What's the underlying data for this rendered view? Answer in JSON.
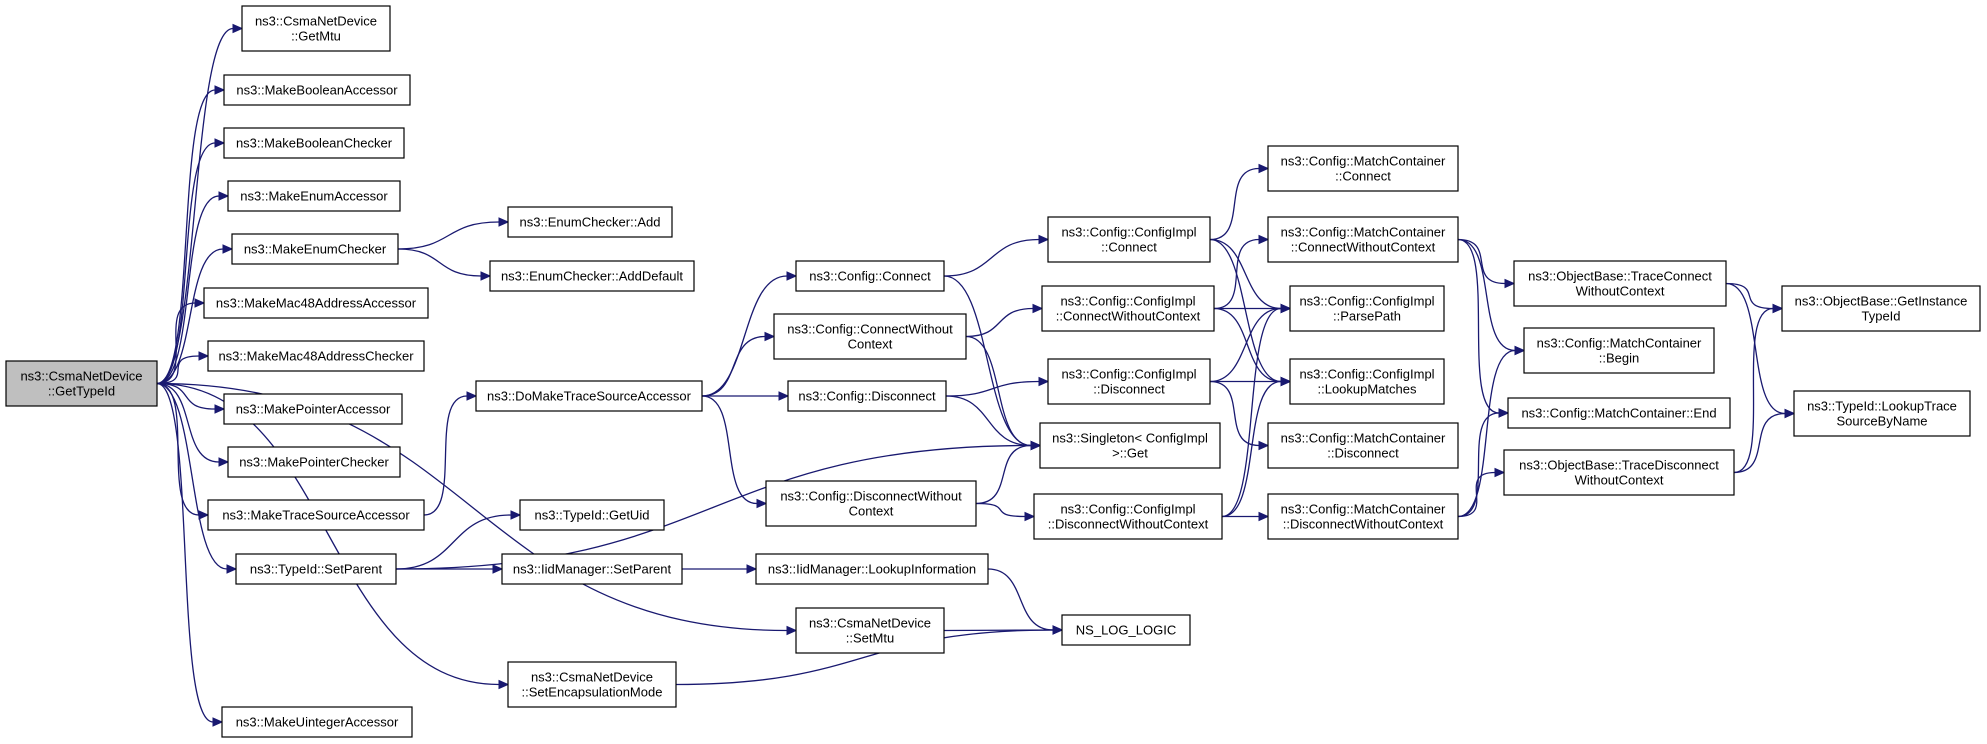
{
  "root": {
    "lines": [
      "ns3::CsmaNetDevice",
      "::GetTypeId"
    ]
  },
  "nodes": [
    {
      "id": "csma-getmtu",
      "lines": [
        "ns3::CsmaNetDevice",
        "::GetMtu"
      ]
    },
    {
      "id": "make-boolean-accessor",
      "lines": [
        "ns3::MakeBooleanAccessor"
      ]
    },
    {
      "id": "make-boolean-checker",
      "lines": [
        "ns3::MakeBooleanChecker"
      ]
    },
    {
      "id": "make-enum-accessor",
      "lines": [
        "ns3::MakeEnumAccessor"
      ]
    },
    {
      "id": "make-enum-checker",
      "lines": [
        "ns3::MakeEnumChecker"
      ]
    },
    {
      "id": "make-mac48-accessor",
      "lines": [
        "ns3::MakeMac48AddressAccessor"
      ]
    },
    {
      "id": "make-mac48-checker",
      "lines": [
        "ns3::MakeMac48AddressChecker"
      ]
    },
    {
      "id": "make-pointer-accessor",
      "lines": [
        "ns3::MakePointerAccessor"
      ]
    },
    {
      "id": "make-pointer-checker",
      "lines": [
        "ns3::MakePointerChecker"
      ]
    },
    {
      "id": "make-trace-source-accessor",
      "lines": [
        "ns3::MakeTraceSourceAccessor"
      ]
    },
    {
      "id": "typeid-setparent",
      "lines": [
        "ns3::TypeId::SetParent"
      ]
    },
    {
      "id": "csma-setmtu",
      "lines": [
        "ns3::CsmaNetDevice",
        "::SetMtu"
      ]
    },
    {
      "id": "csma-setencap",
      "lines": [
        "ns3::CsmaNetDevice",
        "::SetEncapsulationMode"
      ]
    },
    {
      "id": "make-uinteger-accessor",
      "lines": [
        "ns3::MakeUintegerAccessor"
      ]
    },
    {
      "id": "enumchecker-add",
      "lines": [
        "ns3::EnumChecker::Add"
      ]
    },
    {
      "id": "enumchecker-adddefault",
      "lines": [
        "ns3::EnumChecker::AddDefault"
      ]
    },
    {
      "id": "domake-trace",
      "lines": [
        "ns3::DoMakeTraceSourceAccessor"
      ]
    },
    {
      "id": "typeid-getuid",
      "lines": [
        "ns3::TypeId::GetUid"
      ]
    },
    {
      "id": "iidmanager-setparent",
      "lines": [
        "ns3::IidManager::SetParent"
      ]
    },
    {
      "id": "iidmanager-lookupinfo",
      "lines": [
        "ns3::IidManager::LookupInformation"
      ]
    },
    {
      "id": "ns-log-logic",
      "lines": [
        "NS_LOG_LOGIC"
      ]
    },
    {
      "id": "config-connect",
      "lines": [
        "ns3::Config::Connect"
      ]
    },
    {
      "id": "config-connect-wo",
      "lines": [
        "ns3::Config::ConnectWithout",
        "Context"
      ]
    },
    {
      "id": "config-disconnect",
      "lines": [
        "ns3::Config::Disconnect"
      ]
    },
    {
      "id": "config-disconnect-wo",
      "lines": [
        "ns3::Config::DisconnectWithout",
        "Context"
      ]
    },
    {
      "id": "impl-connect",
      "lines": [
        "ns3::Config::ConfigImpl",
        "::Connect"
      ]
    },
    {
      "id": "impl-connect-wo",
      "lines": [
        "ns3::Config::ConfigImpl",
        "::ConnectWithoutContext"
      ]
    },
    {
      "id": "impl-disconnect",
      "lines": [
        "ns3::Config::ConfigImpl",
        "::Disconnect"
      ]
    },
    {
      "id": "singleton-get",
      "lines": [
        "ns3::Singleton< ConfigImpl",
        " >::Get"
      ]
    },
    {
      "id": "impl-disconnect-wo",
      "lines": [
        "ns3::Config::ConfigImpl",
        "::DisconnectWithoutContext"
      ]
    },
    {
      "id": "mc-connect",
      "lines": [
        "ns3::Config::MatchContainer",
        "::Connect"
      ]
    },
    {
      "id": "mc-connect-wo",
      "lines": [
        "ns3::Config::MatchContainer",
        "::ConnectWithoutContext"
      ]
    },
    {
      "id": "impl-parsepath",
      "lines": [
        "ns3::Config::ConfigImpl",
        "::ParsePath"
      ]
    },
    {
      "id": "impl-lookupmatches",
      "lines": [
        "ns3::Config::ConfigImpl",
        "::LookupMatches"
      ]
    },
    {
      "id": "mc-disconnect",
      "lines": [
        "ns3::Config::MatchContainer",
        "::Disconnect"
      ]
    },
    {
      "id": "mc-disconnect-wo",
      "lines": [
        "ns3::Config::MatchContainer",
        "::DisconnectWithoutContext"
      ]
    },
    {
      "id": "ob-traceconnect-wo",
      "lines": [
        "ns3::ObjectBase::TraceConnect",
        "WithoutContext"
      ]
    },
    {
      "id": "mc-begin",
      "lines": [
        "ns3::Config::MatchContainer",
        "::Begin"
      ]
    },
    {
      "id": "mc-end",
      "lines": [
        "ns3::Config::MatchContainer::End"
      ]
    },
    {
      "id": "ob-tracedisconnect-wo",
      "lines": [
        "ns3::ObjectBase::TraceDisconnect",
        "WithoutContext"
      ]
    },
    {
      "id": "ob-getinstancetypeid",
      "lines": [
        "ns3::ObjectBase::GetInstance",
        "TypeId"
      ]
    },
    {
      "id": "typeid-lookuptrace",
      "lines": [
        "ns3::TypeId::LookupTrace",
        "SourceByName"
      ]
    }
  ],
  "edges": [
    [
      "root",
      "csma-getmtu"
    ],
    [
      "root",
      "make-boolean-accessor"
    ],
    [
      "root",
      "make-boolean-checker"
    ],
    [
      "root",
      "make-enum-accessor"
    ],
    [
      "root",
      "make-enum-checker"
    ],
    [
      "root",
      "make-mac48-accessor"
    ],
    [
      "root",
      "make-mac48-checker"
    ],
    [
      "root",
      "make-pointer-accessor"
    ],
    [
      "root",
      "make-pointer-checker"
    ],
    [
      "root",
      "make-trace-source-accessor"
    ],
    [
      "root",
      "typeid-setparent"
    ],
    [
      "root",
      "csma-setmtu"
    ],
    [
      "root",
      "csma-setencap"
    ],
    [
      "root",
      "make-uinteger-accessor"
    ],
    [
      "make-enum-checker",
      "enumchecker-add"
    ],
    [
      "make-enum-checker",
      "enumchecker-adddefault"
    ],
    [
      "make-trace-source-accessor",
      "domake-trace"
    ],
    [
      "typeid-setparent",
      "typeid-getuid"
    ],
    [
      "typeid-setparent",
      "iidmanager-setparent"
    ],
    [
      "typeid-setparent",
      "singleton-get"
    ],
    [
      "iidmanager-setparent",
      "iidmanager-lookupinfo"
    ],
    [
      "iidmanager-lookupinfo",
      "ns-log-logic"
    ],
    [
      "csma-setmtu",
      "ns-log-logic"
    ],
    [
      "csma-setencap",
      "ns-log-logic"
    ],
    [
      "domake-trace",
      "config-connect"
    ],
    [
      "domake-trace",
      "config-connect-wo"
    ],
    [
      "domake-trace",
      "config-disconnect"
    ],
    [
      "domake-trace",
      "config-disconnect-wo"
    ],
    [
      "config-connect",
      "impl-connect"
    ],
    [
      "config-connect",
      "singleton-get"
    ],
    [
      "config-connect-wo",
      "impl-connect-wo"
    ],
    [
      "config-connect-wo",
      "singleton-get"
    ],
    [
      "config-disconnect",
      "impl-disconnect"
    ],
    [
      "config-disconnect",
      "singleton-get"
    ],
    [
      "config-disconnect-wo",
      "impl-disconnect-wo"
    ],
    [
      "config-disconnect-wo",
      "singleton-get"
    ],
    [
      "impl-connect",
      "mc-connect"
    ],
    [
      "impl-connect",
      "impl-parsepath"
    ],
    [
      "impl-connect",
      "impl-lookupmatches"
    ],
    [
      "impl-connect-wo",
      "mc-connect-wo"
    ],
    [
      "impl-connect-wo",
      "impl-parsepath"
    ],
    [
      "impl-connect-wo",
      "impl-lookupmatches"
    ],
    [
      "impl-disconnect",
      "impl-parsepath"
    ],
    [
      "impl-disconnect",
      "impl-lookupmatches"
    ],
    [
      "impl-disconnect",
      "mc-disconnect"
    ],
    [
      "impl-disconnect-wo",
      "impl-parsepath"
    ],
    [
      "impl-disconnect-wo",
      "impl-lookupmatches"
    ],
    [
      "impl-disconnect-wo",
      "mc-disconnect-wo"
    ],
    [
      "mc-connect-wo",
      "ob-traceconnect-wo"
    ],
    [
      "mc-connect-wo",
      "mc-begin"
    ],
    [
      "mc-connect-wo",
      "mc-end"
    ],
    [
      "mc-disconnect-wo",
      "mc-begin"
    ],
    [
      "mc-disconnect-wo",
      "mc-end"
    ],
    [
      "mc-disconnect-wo",
      "ob-tracedisconnect-wo"
    ],
    [
      "ob-traceconnect-wo",
      "ob-getinstancetypeid"
    ],
    [
      "ob-traceconnect-wo",
      "typeid-lookuptrace"
    ],
    [
      "ob-tracedisconnect-wo",
      "ob-getinstancetypeid"
    ],
    [
      "ob-tracedisconnect-wo",
      "typeid-lookuptrace"
    ]
  ],
  "colors": {
    "edge": "#191970",
    "root_fill": "#bfbfbf",
    "node_fill": "#ffffff",
    "border": "#000000"
  }
}
